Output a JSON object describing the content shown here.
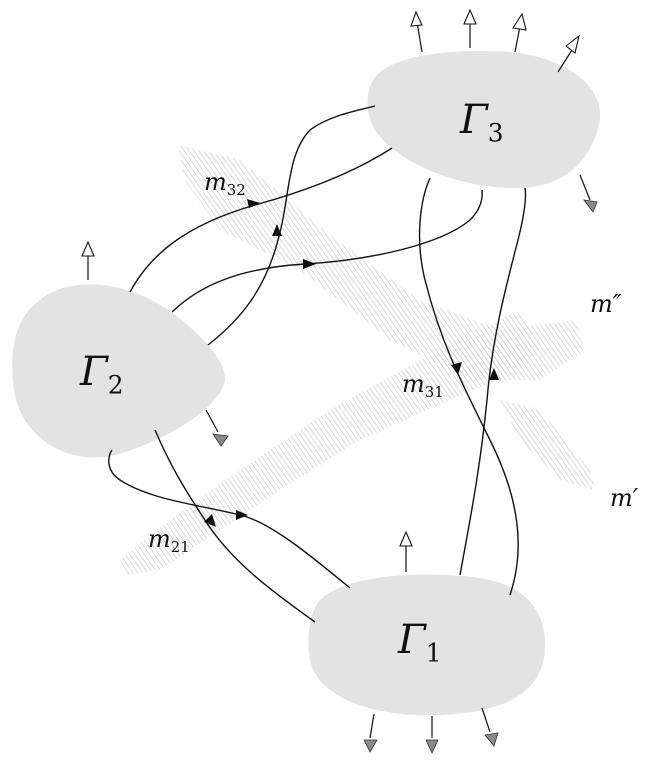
{
  "regions": [
    {
      "id": "gamma1",
      "symbol": "Γ",
      "sub": "1"
    },
    {
      "id": "gamma2",
      "symbol": "Γ",
      "sub": "2"
    },
    {
      "id": "gamma3",
      "symbol": "Γ",
      "sub": "3"
    }
  ],
  "edge_labels": [
    {
      "id": "m21",
      "symbol": "m",
      "sub": "21"
    },
    {
      "id": "m31",
      "symbol": "m",
      "sub": "31"
    },
    {
      "id": "m32",
      "symbol": "m",
      "sub": "32"
    }
  ],
  "cuts": [
    {
      "id": "m-prime",
      "text": "m′"
    },
    {
      "id": "m-double-prime",
      "text": "m″"
    }
  ],
  "colors": {
    "region_fill": "#e3e3e3",
    "cut_hatch": "#cfcfcf",
    "edge_stroke": "#111111",
    "outgoing_tip": "#ffffff",
    "incoming_tip": "#8a8a8a"
  }
}
